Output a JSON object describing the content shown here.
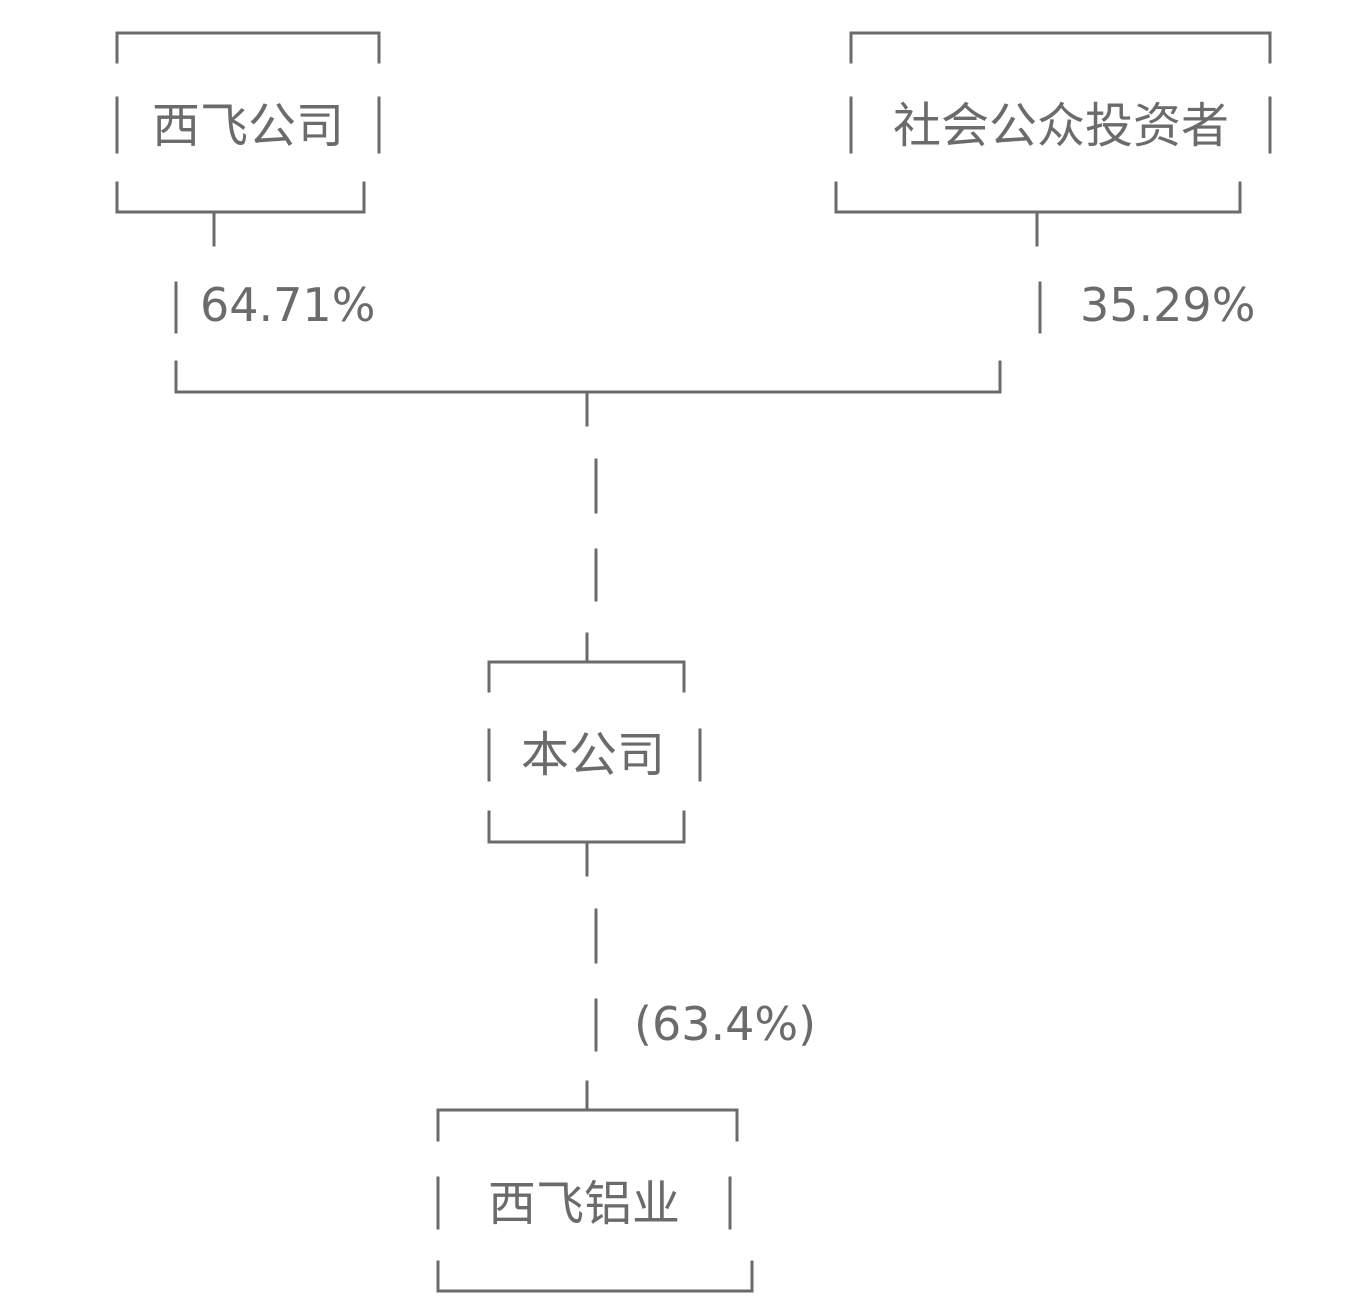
{
  "nodes": {
    "xifei_company": "西飞公司",
    "public_investors": "社会公众投资者",
    "our_company": "本公司",
    "xifei_aluminum": "西飞铝业"
  },
  "edges": {
    "xifei_company_share": "64.71%",
    "public_investors_share": "35.29%",
    "xifei_aluminum_share": "(63.4%)"
  },
  "colors": {
    "line": "#6b6b6b",
    "text": "#6b6b6b"
  }
}
